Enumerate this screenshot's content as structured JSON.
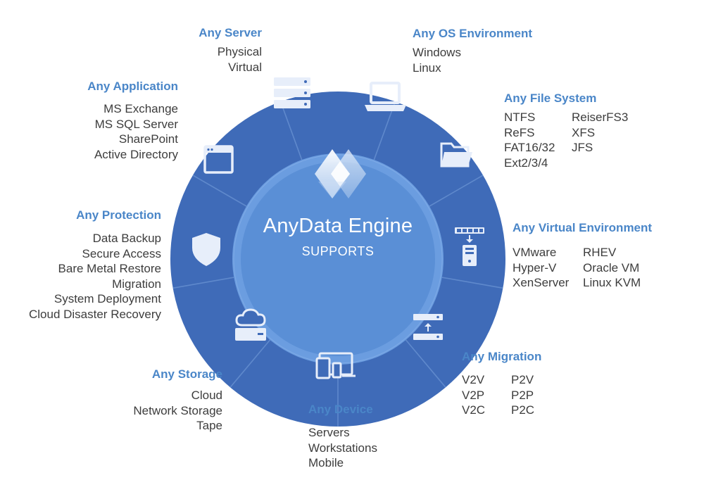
{
  "center": {
    "engine": "AnyData Engine",
    "supports": "SUPPORTS"
  },
  "segments": {
    "server": {
      "title": "Any Server",
      "items": [
        "Physical",
        "Virtual"
      ],
      "icon": "server-icon"
    },
    "os": {
      "title": "Any OS Environment",
      "items": [
        "Windows",
        "Linux"
      ],
      "icon": "laptop-icon"
    },
    "filesystem": {
      "title": "Any File System",
      "col1": [
        "NTFS",
        "ReFS",
        "FAT16/32",
        "Ext2/3/4"
      ],
      "col2": [
        "ReiserFS3",
        "XFS",
        "JFS"
      ],
      "icon": "folder-icon"
    },
    "virtual": {
      "title": "Any Virtual Environment",
      "col1": [
        "VMware",
        "Hyper-V",
        "XenServer"
      ],
      "col2": [
        "RHEV",
        "Oracle VM",
        "Linux KVM"
      ],
      "icon": "virtual-machine-icon"
    },
    "migration": {
      "title": "Any Migration",
      "col1": [
        "V2V",
        "V2P",
        "V2C"
      ],
      "col2": [
        "P2V",
        "P2P",
        "P2C"
      ],
      "icon": "migration-icon"
    },
    "device": {
      "title": "Any Device",
      "items": [
        "Servers",
        "Workstations",
        "Mobile"
      ],
      "icon": "devices-icon"
    },
    "storage": {
      "title": "Any Storage",
      "items": [
        "Cloud",
        "Network Storage",
        "Tape"
      ],
      "icon": "cloud-storage-icon"
    },
    "protection": {
      "title": "Any Protection",
      "items": [
        "Data Backup",
        "Secure Access",
        "Bare Metal Restore",
        "Migration",
        "System Deployment",
        "Cloud Disaster Recovery"
      ],
      "icon": "shield-icon"
    },
    "application": {
      "title": "Any Application",
      "items": [
        "MS Exchange",
        "MS SQL Server",
        "SharePoint",
        "Active Directory"
      ],
      "icon": "app-window-icon"
    }
  },
  "colors": {
    "ring": "#3f6bb8",
    "ring_edge": "#3562ad",
    "inner": "#5a8fd6",
    "inner_ring": "#6b9de0",
    "title": "#4a86c8",
    "text": "#3d3d3d"
  }
}
